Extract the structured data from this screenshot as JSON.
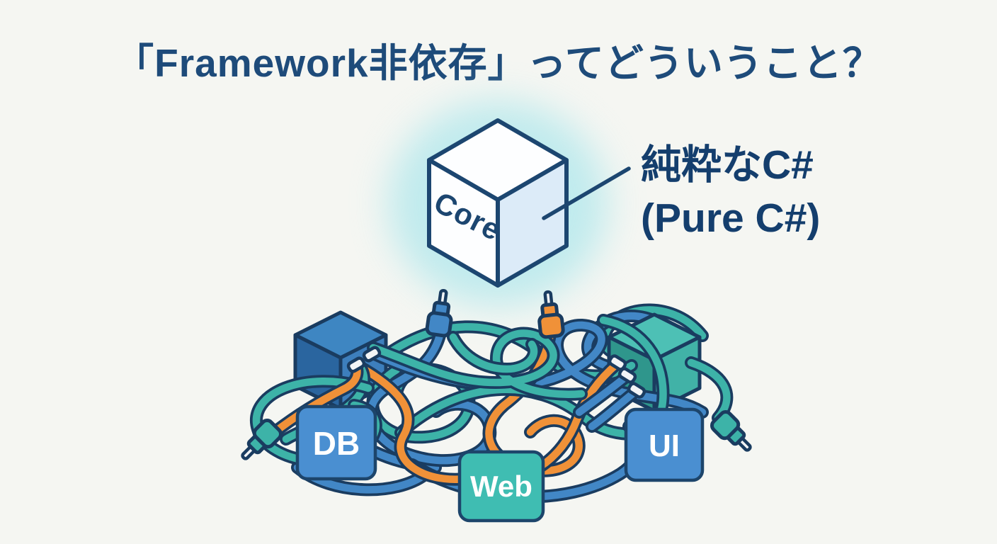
{
  "title": "「Framework非依存」ってどういうこと？",
  "core": {
    "cube_label": "Core",
    "annotation_line1": "純粋なC#",
    "annotation_line2": "(Pure C#)"
  },
  "tangle": {
    "boxes": [
      {
        "id": "db",
        "label": "DB"
      },
      {
        "id": "web",
        "label": "Web"
      },
      {
        "id": "ui",
        "label": "UI"
      }
    ]
  },
  "colors": {
    "background": "#f5f6f2",
    "title_text": "#1e4b7a",
    "annotation_text": "#143e6d",
    "outline_navy": "#1a3c60",
    "cable_blue": "#4287c6",
    "cable_teal": "#3db3a8",
    "cable_orange": "#f09138",
    "box_blue": "#4a8fd1",
    "box_teal": "#3fbdb2",
    "box_border": "#1d456b",
    "label_white": "#ffffff",
    "core_face_white": "#fdfeff",
    "core_face_shaded": "#dcebf8",
    "core_outline": "#1c4670",
    "glow_cyan": "#aee7ec",
    "cube_blue_top": "#3e86c2",
    "cube_blue_left": "#2a659f",
    "cube_blue_right": "#3d7fbd",
    "cube_teal_top": "#4dc0b5",
    "cube_teal_left": "#2f968c",
    "cube_teal_right": "#41b2a7",
    "collar_white": "#f2f4f6"
  }
}
